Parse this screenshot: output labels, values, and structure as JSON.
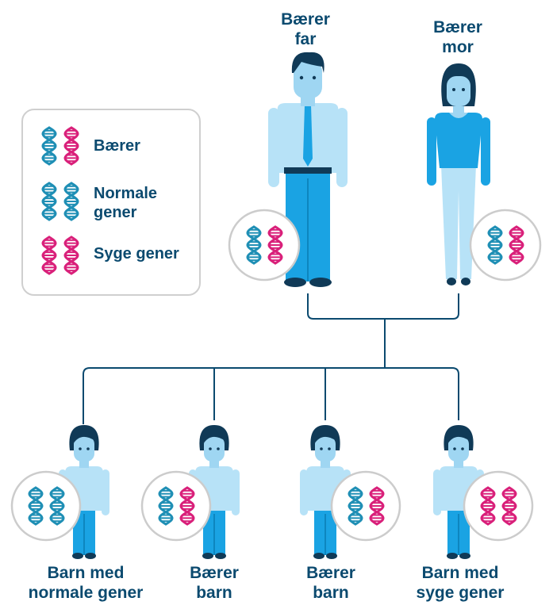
{
  "parents": {
    "father_label_line1": "Bærer",
    "father_label_line2": "far",
    "mother_label_line1": "Bærer",
    "mother_label_line2": "mor"
  },
  "legend": {
    "carrier": "Bærer",
    "normal_line1": "Normale",
    "normal_line2": "gener",
    "disease": "Syge gener"
  },
  "children": [
    {
      "line1": "Barn med",
      "line2": "normale gener",
      "genes": [
        "normal",
        "normal"
      ]
    },
    {
      "line1": "Bærer",
      "line2": "barn",
      "genes": [
        "normal",
        "disease"
      ]
    },
    {
      "line1": "Bærer",
      "line2": "barn",
      "genes": [
        "normal",
        "disease"
      ]
    },
    {
      "line1": "Barn med",
      "line2": "syge gener",
      "genes": [
        "disease",
        "disease"
      ]
    }
  ],
  "colors": {
    "normal_gene": "#1f8fb5",
    "disease_gene": "#d9207a",
    "text": "#0b4a6f",
    "skin": "#9fd6f2",
    "shirt_light": "#b7e2f7",
    "blue": "#1aa3e3",
    "hair": "#103a57",
    "lines": "#0b4a6f"
  }
}
